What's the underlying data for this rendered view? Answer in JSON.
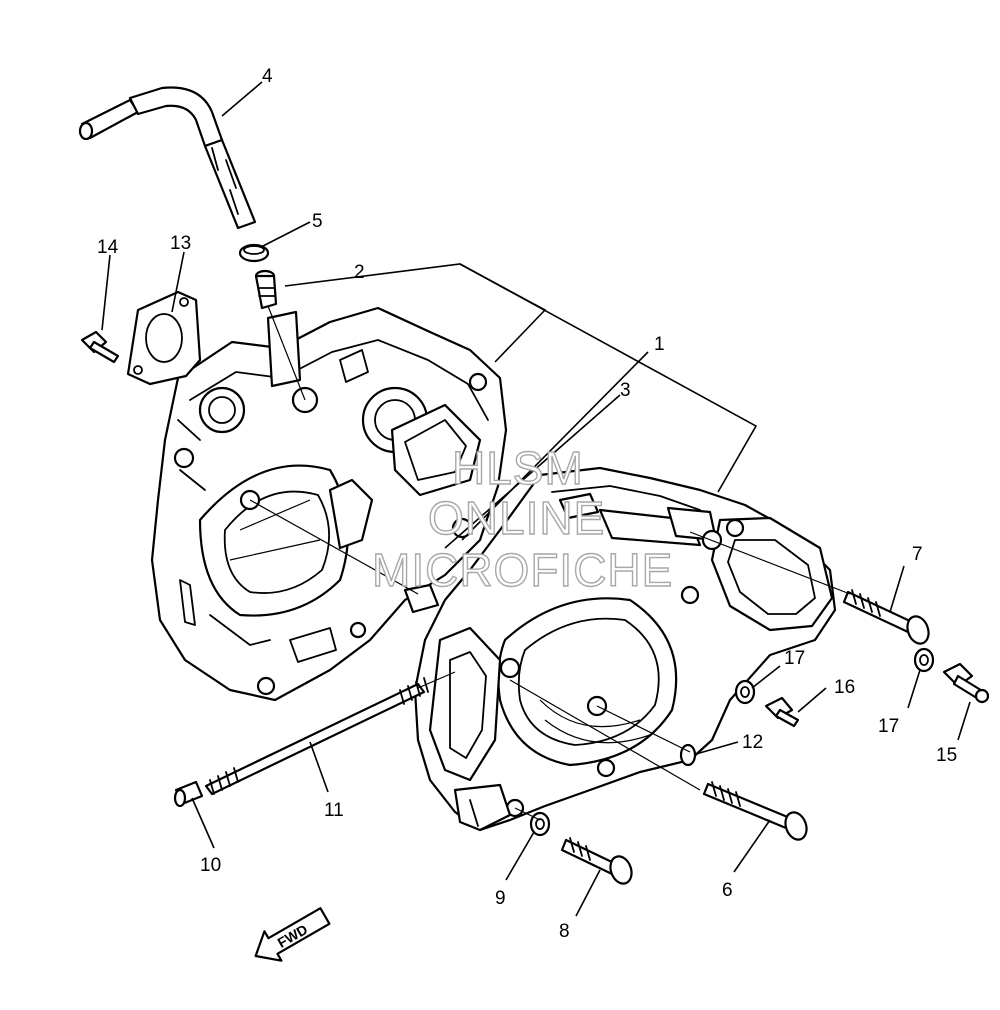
{
  "diagram": {
    "watermark": [
      "HLSM",
      "ONLINE",
      "MICROFICHE"
    ],
    "direction_arrow": "FWD",
    "callouts": [
      "1",
      "2",
      "3",
      "4",
      "5",
      "6",
      "7",
      "8",
      "9",
      "10",
      "11",
      "12",
      "13",
      "14",
      "15",
      "16",
      "17",
      "17"
    ]
  }
}
